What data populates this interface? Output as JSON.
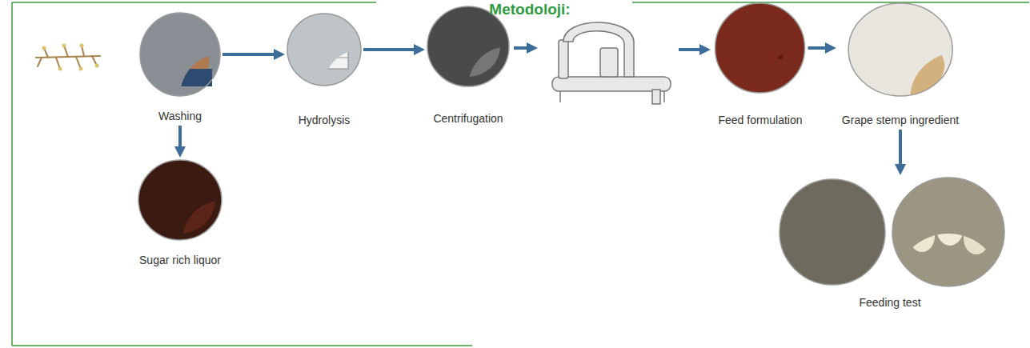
{
  "diagram": {
    "title": "Metodoloji:",
    "nodes": [
      {
        "text": [
          "Washing"
        ]
      },
      {
        "text": [
          "Hydrolysis"
        ]
      },
      {
        "text": [
          "Centrifugation"
        ]
      },
      {
        "text": [
          "Feed formulation"
        ]
      },
      {
        "text": [
          "Grape stemp ingredient"
        ]
      },
      {
        "text": [
          "Sugar rich liquor"
        ]
      },
      {
        "text": [
          "Feeding test"
        ]
      }
    ],
    "edges": [
      {
        "from": 0,
        "to": 1,
        "arrow": "to"
      },
      {
        "from": 1,
        "to": 2,
        "arrow": "to"
      },
      {
        "from": 3,
        "to": 4,
        "arrow": "to"
      },
      {
        "from": 4,
        "to": 6,
        "arrow": "to"
      },
      {
        "from": 0,
        "to": 5,
        "arrow": "to"
      }
    ]
  }
}
